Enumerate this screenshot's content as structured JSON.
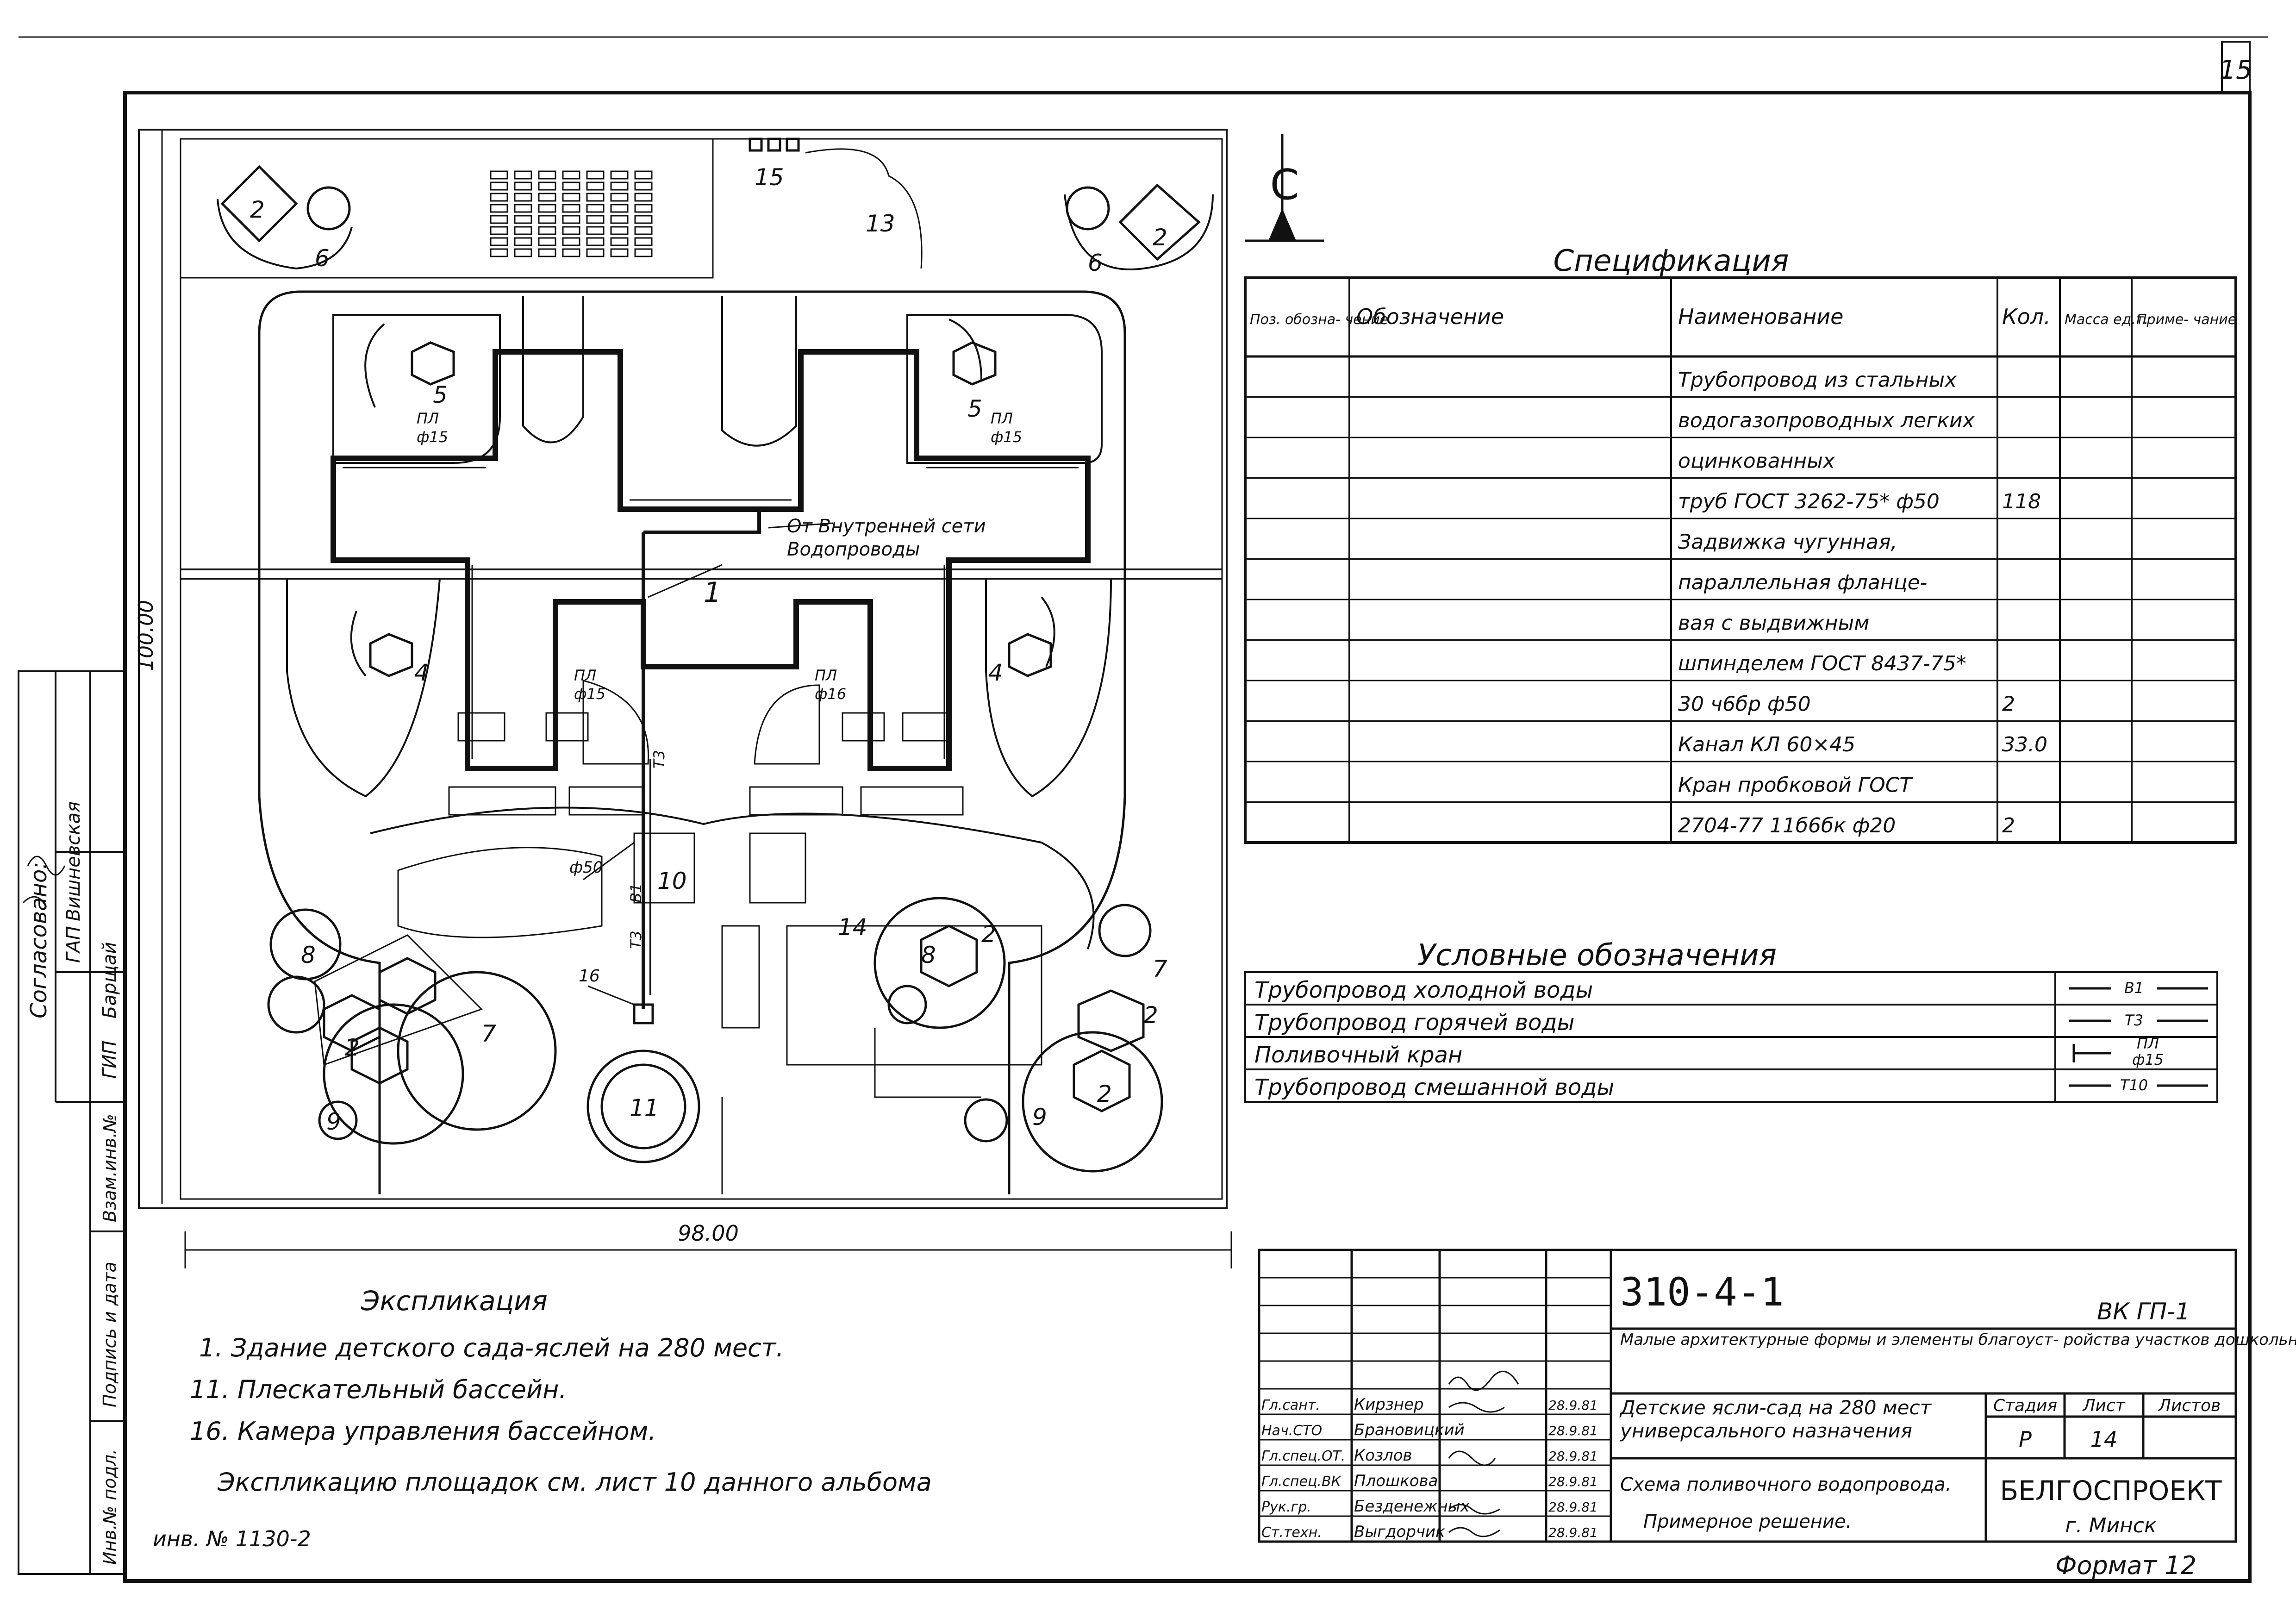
{
  "sheet_number": "15",
  "site_plan": {
    "dim_horizontal": "98.00",
    "dim_vertical": "100.00",
    "section_mark": "С",
    "labels": {
      "building": "1",
      "small_forms_nw": "2",
      "small_forms_ne": "2",
      "small_forms_sw": "2",
      "small_forms_se_a": "2",
      "small_forms_se_b": "2",
      "small_forms_se_c": "2",
      "area_4_left": "4",
      "area_4_right": "4",
      "area_5_left": "5",
      "area_5_right": "5",
      "area_6_left": "6",
      "area_6_right": "6",
      "area_7_left": "7",
      "area_7_right": "7",
      "area_8_left": "8",
      "area_8_right": "8",
      "area_9_left": "9",
      "area_9_right": "9",
      "area_10": "10",
      "pool": "11",
      "area_13": "13",
      "area_14": "14",
      "area_15": "15",
      "chamber_16": "16"
    },
    "tap_labels": {
      "tap_top": "ПЛ",
      "tap_bottom": "ф15",
      "tap_bottom_alt": "ф16"
    },
    "pipe_labels": {
      "supply_note_1": "От Внутренней сети",
      "supply_note_2": "Водопроводы",
      "diameter": "ф50",
      "b1": "В1",
      "t3": "Т3"
    }
  },
  "specification": {
    "title": "Спецификация",
    "headers": [
      "Поз. обозна- чение",
      "Обозначение",
      "Наименование",
      "Кол.",
      "Масса ед.т.",
      "Приме- чание"
    ],
    "rows": [
      [
        "",
        "",
        "Трубопровод из стальных",
        "",
        "",
        ""
      ],
      [
        "",
        "",
        "водогазопроводных легких",
        "",
        "",
        ""
      ],
      [
        "",
        "",
        "оцинкованных",
        "",
        "",
        ""
      ],
      [
        "",
        "",
        "труб ГОСТ 3262-75* ф50",
        "118",
        "",
        ""
      ],
      [
        "",
        "",
        "Задвижка чугунная,",
        "",
        "",
        ""
      ],
      [
        "",
        "",
        "параллельная фланце-",
        "",
        "",
        ""
      ],
      [
        "",
        "",
        "вая с выдвижным",
        "",
        "",
        ""
      ],
      [
        "",
        "",
        "шпинделем ГОСТ 8437-75*",
        "",
        "",
        ""
      ],
      [
        "",
        "",
        "30 ч6бр ф50",
        "2",
        "",
        ""
      ],
      [
        "",
        "",
        "Канал КЛ 60×45",
        "33.0",
        "",
        ""
      ],
      [
        "",
        "",
        "Кран пробковой ГОСТ",
        "",
        "",
        ""
      ],
      [
        "",
        "",
        "2704-77 11б6бк ф20",
        "2",
        "",
        ""
      ]
    ]
  },
  "legend": {
    "title": "Условные обозначения",
    "items": [
      {
        "label": "Трубопровод холодной воды",
        "symbol": "В1"
      },
      {
        "label": "Трубопровод горячей воды",
        "symbol": "Т3"
      },
      {
        "label": "Поливочный кран",
        "symbol_top": "ПЛ",
        "symbol_bottom": "ф15"
      },
      {
        "label": "Трубопровод смешанной воды",
        "symbol": "Т10"
      }
    ]
  },
  "explication": {
    "title": "Экспликация",
    "items": [
      "1. Здание детского сада-яслей на 280 мест.",
      "11. Плескательный бассейн.",
      "16. Камера управления бассейном."
    ],
    "note": "Экспликацию площадок см. лист 10 данного альбома"
  },
  "side_stamp": {
    "agreed": "Согласовано:",
    "rows": [
      {
        "role": "ГАП",
        "name": "Вишневская"
      },
      {
        "role": "ГИП",
        "name": "Барщай"
      }
    ],
    "cells": [
      "Взам.инв.№",
      "Подпись и дата",
      "Инв.№ подл."
    ]
  },
  "inv_number": "инв. № 1130-2",
  "title_block": {
    "code": "310-4-1",
    "sheet_code": "ВК ГП-1",
    "description": "Малые архитектурные формы и элементы благоуст- ройства участков дошкольных детских учреждений, школ и школ-интернатов",
    "object_line1": "Детские ясли-сад на 280 мест",
    "object_line2": "универсального назначения",
    "drawing_line1": "Схема поливочного водопровода.",
    "drawing_line2": "Примерное решение.",
    "stage_label": "Стадия",
    "sheet_label": "Лист",
    "sheets_label": "Листов",
    "stage": "Р",
    "sheet": "14",
    "sheets": "",
    "organization": "БЕЛГОСПРОЕКТ",
    "city": "г. Минск",
    "people": [
      {
        "role": "Гл.сант.",
        "name": "Кирзнер",
        "date": "28.9.81"
      },
      {
        "role": "Нач.СТО",
        "name": "Брановицкий",
        "date": "28.9.81"
      },
      {
        "role": "Гл.спец.ОТ.",
        "name": "Козлов",
        "date": "28.9.81"
      },
      {
        "role": "Гл.спец.ВК",
        "name": "Плошкова",
        "date": "28.9.81"
      },
      {
        "role": "Рук.гр.",
        "name": "Безденежных",
        "date": "28.9.81"
      },
      {
        "role": "Ст.техн.",
        "name": "Выгдорчик",
        "date": "28.9.81"
      }
    ]
  },
  "format": "Формат 12"
}
